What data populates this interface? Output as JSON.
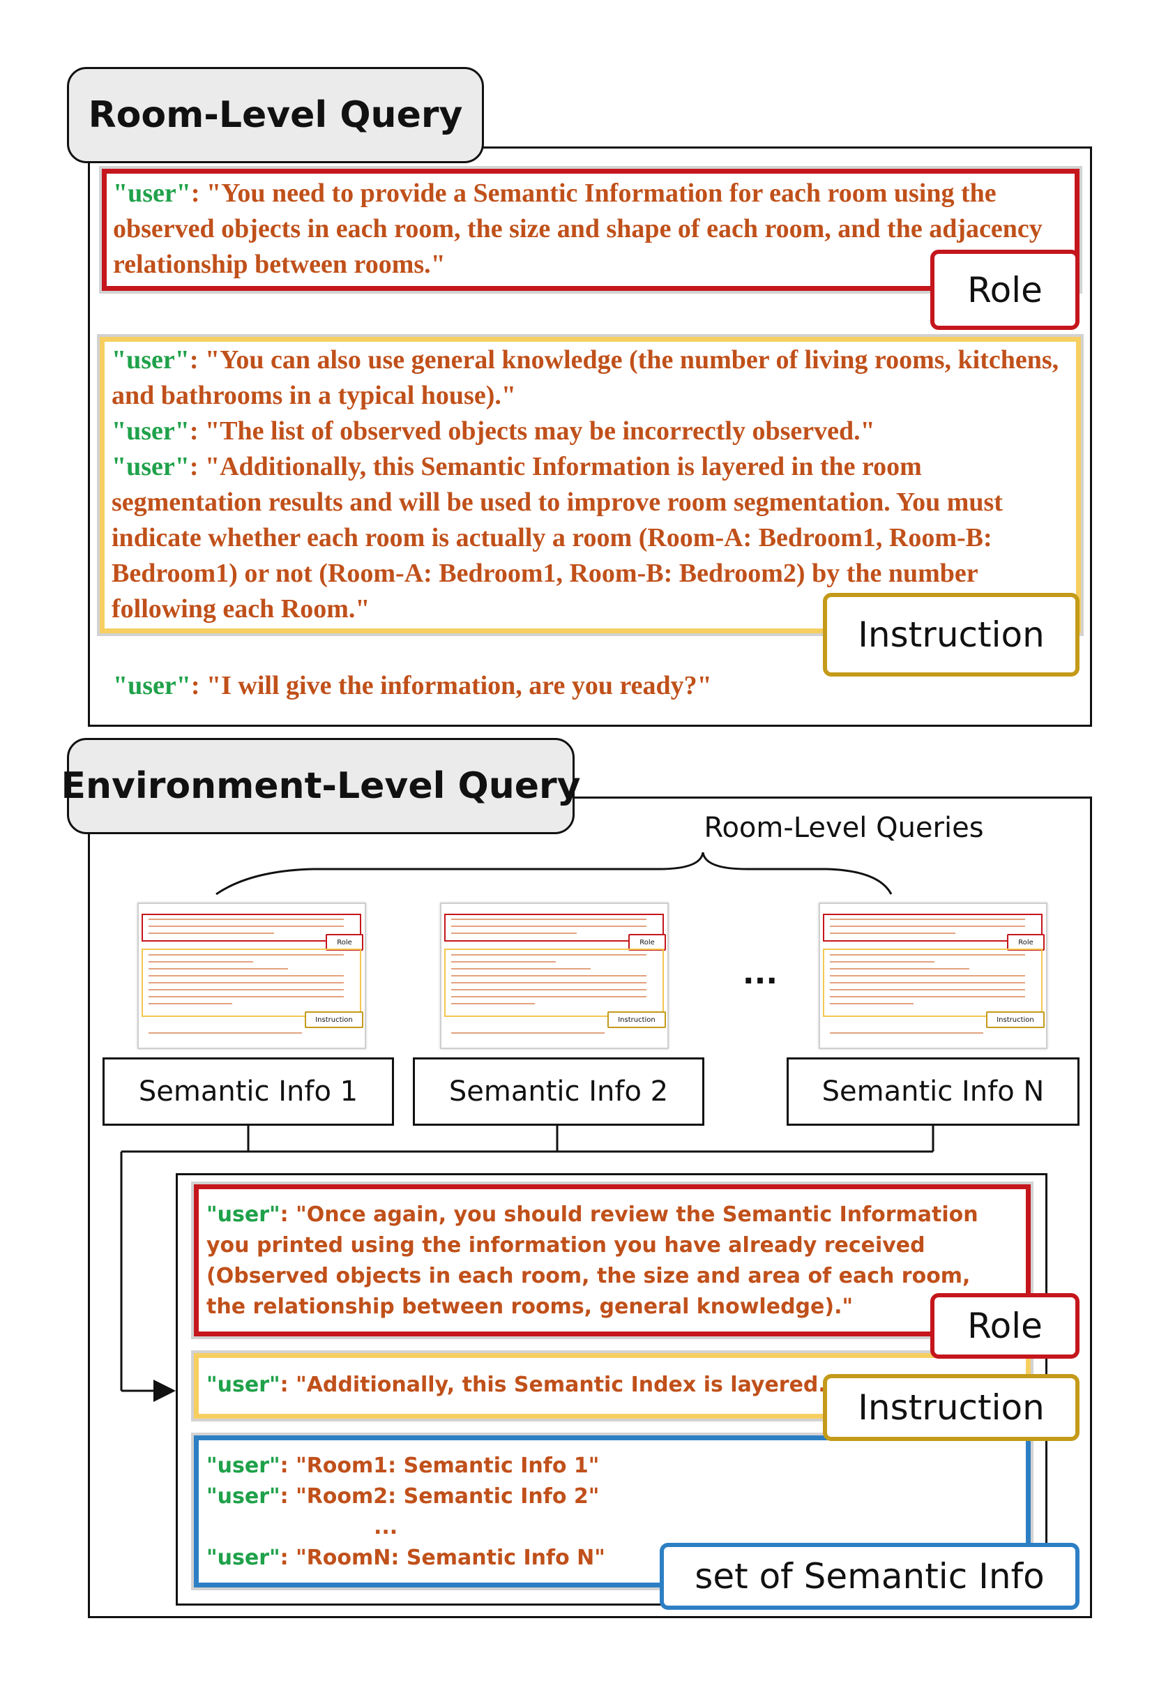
{
  "room_level": {
    "title": "Room-Level Query",
    "role_text": ": \"You need to provide a Semantic Information for each room using the observed objects in each room, the size and shape of each room, and the adjacency relationship between rooms.\"",
    "instruction_lines": [
      ": \"You can also use general knowledge (the number of living rooms, kitchens, and bathrooms in a typical house).\"",
      ": \"The list of observed objects may be incorrectly observed.\"",
      ": \"Additionally, this Semantic Information is layered in the room segmentation results and will be used to improve room segmentation. You must indicate whether each room is actually a room (Room-A: Bedroom1, Room-B: Bedroom1) or not (Room-A: Bedroom1, Room-B: Bedroom2) by the number following each Room.\""
    ],
    "final_text": ": \"I will give the information, are you ready?\"",
    "role_label": "Role",
    "instruction_label": "Instruction"
  },
  "speaker": "\"user\"",
  "environment_level": {
    "title": "Environment-Level Query",
    "room_queries_label": "Room-Level Queries",
    "ellipsis": "...",
    "thumbnail_labels": {
      "role": "Role",
      "instruction": "Instruction"
    },
    "semantic_infos": [
      "Semantic Info 1",
      "Semantic Info 2",
      "Semantic Info N"
    ],
    "role_text": ": \"Once again, you should review the Semantic Information you printed using the information you have already received (Observed objects in each room, the size and area of each room, the relationship between rooms, general knowledge).\"",
    "instruction_text": ": \"Additionally, this Semantic Index is layered...\"",
    "set_lines": [
      ": \"Room1: Semantic Info 1\"",
      ": \"Room2: Semantic Info 2\"",
      ": \"RoomN: Semantic Info N\""
    ],
    "set_ellipsis": "...",
    "role_label": "Role",
    "instruction_label": "Instruction",
    "set_label": "set of Semantic Info"
  },
  "colors": {
    "red": "#c4161c",
    "yellow": "#f7cf61",
    "gold": "#c49a1a",
    "blue": "#2d7fc4",
    "orange_text": "#c0501a",
    "green_text": "#1fa14a"
  }
}
